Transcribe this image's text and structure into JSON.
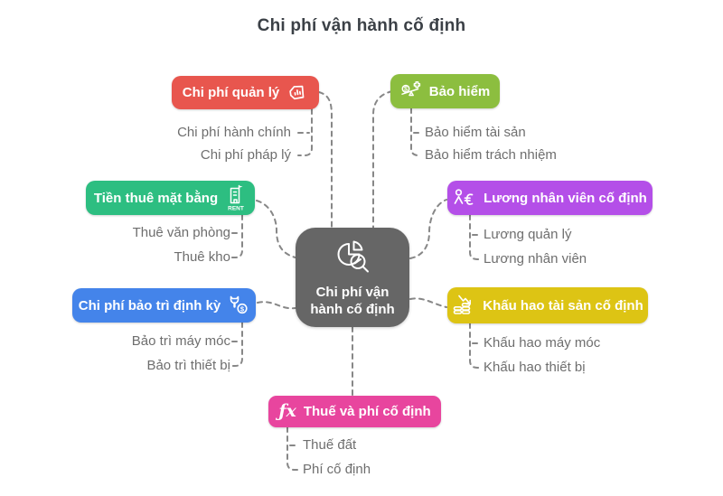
{
  "title": "Chi phí vận hành cố định",
  "central": {
    "label": "Chi phí vận hành cố định",
    "icon": "pie-chart-magnifier-icon",
    "color": "#666666"
  },
  "colors": {
    "connector": "#878787",
    "child_text": "#6e6e6e",
    "title_text": "#3b4046"
  },
  "branches": [
    {
      "label": "Chi phí quản lý",
      "color": "#e8564e",
      "side": "top-left",
      "icon": "hand-chart-icon",
      "children": [
        "Chi phí hành chính",
        "Chi phí pháp lý"
      ]
    },
    {
      "label": "Bảo hiểm",
      "color": "#8cbe3f",
      "side": "top-right",
      "icon": "insurance-balance-icon",
      "children": [
        "Bảo hiểm tài sản",
        "Bảo hiểm trách nhiệm"
      ]
    },
    {
      "label": "Tiền thuê mặt bằng",
      "color": "#2dbe81",
      "side": "mid-left",
      "icon": "rent-building-icon",
      "children": [
        "Thuê văn phòng",
        "Thuê kho"
      ]
    },
    {
      "label": "Lương nhân viên cố định",
      "color": "#b44fe8",
      "side": "mid-right",
      "icon": "salary-person-icon",
      "children": [
        "Lương quản lý",
        "Lương nhân viên"
      ]
    },
    {
      "label": "Chi phí bảo trì định kỳ",
      "color": "#4484ea",
      "side": "low-left",
      "icon": "wrench-coin-icon",
      "children": [
        "Bảo trì máy móc",
        "Bảo trì thiết bị"
      ]
    },
    {
      "label": "Khấu hao tài sản cố định",
      "color": "#ddc414",
      "side": "low-right",
      "icon": "depreciation-coins-icon",
      "children": [
        "Khấu hao máy móc",
        "Khấu hao thiết bị"
      ]
    },
    {
      "label": "Thuế và phí cố định",
      "color": "#e8459e",
      "side": "bottom",
      "icon": "fx-icon",
      "children": [
        "Thuế đất",
        "Phí cố định"
      ]
    }
  ],
  "fx_glyph": "ƒx"
}
